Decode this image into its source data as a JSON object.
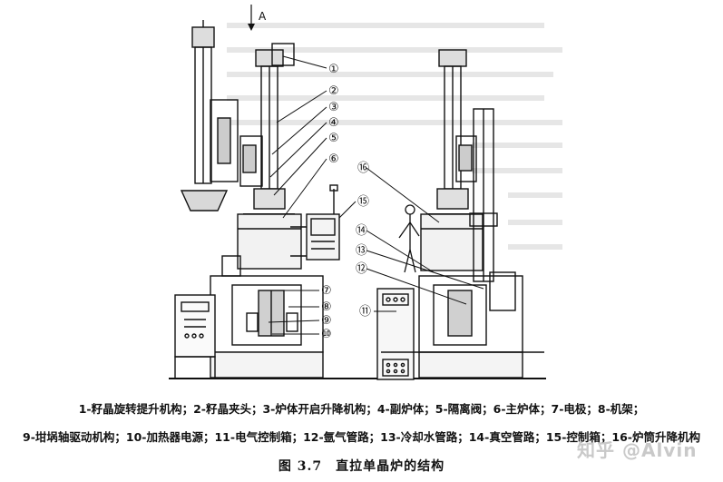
{
  "figure": {
    "arrow_label": "A",
    "callouts": [
      "①",
      "②",
      "③",
      "④",
      "⑤",
      "⑥",
      "⑦",
      "⑧",
      "⑨",
      "⑩",
      "⑪",
      "⑫",
      "⑬",
      "⑭",
      "⑮",
      "⑯"
    ]
  },
  "legend": {
    "line1": "1-籽晶旋转提升机构；2-籽晶夹头；3-炉体开启升降机构；4-副炉体；5-隔离阀；6-主炉体；7-电极；8-机架；",
    "line2": "9-坩埚轴驱动机构；10-加热器电源；11-电气控制箱；12-氩气管路；13-冷却水管路；14-真空管路；15-控制箱；16-炉筒升降机构"
  },
  "caption": "图 3.7　直拉单晶炉的结构",
  "watermark": "知乎 @Alvin"
}
